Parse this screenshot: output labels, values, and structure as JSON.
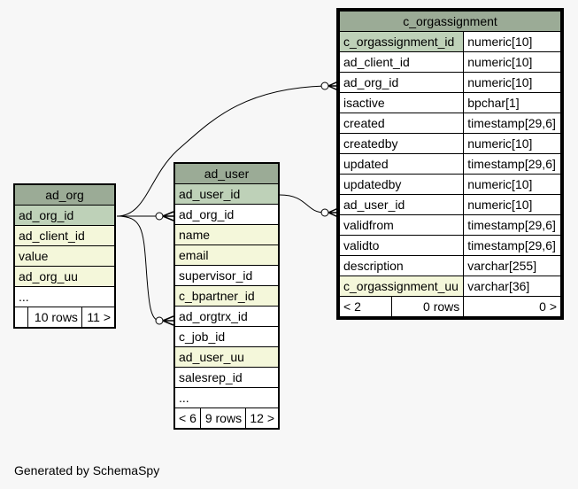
{
  "tables": {
    "ad_org": {
      "name": "ad_org",
      "columns": [
        {
          "name": "ad_org_id",
          "kind": "pk"
        },
        {
          "name": "ad_client_id",
          "kind": "idx"
        },
        {
          "name": "value",
          "kind": "idx"
        },
        {
          "name": "ad_org_uu",
          "kind": "idx"
        },
        {
          "name": "...",
          "kind": "plain"
        }
      ],
      "nav": {
        "left": "",
        "rows": "10 rows",
        "right": "11 >"
      }
    },
    "ad_user": {
      "name": "ad_user",
      "columns": [
        {
          "name": "ad_user_id",
          "kind": "pk"
        },
        {
          "name": "ad_org_id",
          "kind": "plain"
        },
        {
          "name": "name",
          "kind": "idx"
        },
        {
          "name": "email",
          "kind": "idx"
        },
        {
          "name": "supervisor_id",
          "kind": "plain"
        },
        {
          "name": "c_bpartner_id",
          "kind": "idx"
        },
        {
          "name": "ad_orgtrx_id",
          "kind": "plain"
        },
        {
          "name": "c_job_id",
          "kind": "plain"
        },
        {
          "name": "ad_user_uu",
          "kind": "idx"
        },
        {
          "name": "salesrep_id",
          "kind": "plain"
        },
        {
          "name": "...",
          "kind": "plain"
        }
      ],
      "nav": {
        "left": "< 6",
        "rows": "9 rows",
        "right": "12 >"
      }
    },
    "c_orgassignment": {
      "name": "c_orgassignment",
      "columns": [
        {
          "name": "c_orgassignment_id",
          "type": "numeric[10]",
          "kind": "pk"
        },
        {
          "name": "ad_client_id",
          "type": "numeric[10]",
          "kind": "plain"
        },
        {
          "name": "ad_org_id",
          "type": "numeric[10]",
          "kind": "plain"
        },
        {
          "name": "isactive",
          "type": "bpchar[1]",
          "kind": "plain"
        },
        {
          "name": "created",
          "type": "timestamp[29,6]",
          "kind": "plain"
        },
        {
          "name": "createdby",
          "type": "numeric[10]",
          "kind": "plain"
        },
        {
          "name": "updated",
          "type": "timestamp[29,6]",
          "kind": "plain"
        },
        {
          "name": "updatedby",
          "type": "numeric[10]",
          "kind": "plain"
        },
        {
          "name": "ad_user_id",
          "type": "numeric[10]",
          "kind": "plain"
        },
        {
          "name": "validfrom",
          "type": "timestamp[29,6]",
          "kind": "plain"
        },
        {
          "name": "validto",
          "type": "timestamp[29,6]",
          "kind": "plain"
        },
        {
          "name": "description",
          "type": "varchar[255]",
          "kind": "plain"
        },
        {
          "name": "c_orgassignment_uu",
          "type": "varchar[36]",
          "kind": "idx"
        }
      ],
      "nav": {
        "left": "< 2",
        "rows": "0 rows",
        "right": "0 >"
      }
    }
  },
  "footer": "Generated by SchemaSpy"
}
